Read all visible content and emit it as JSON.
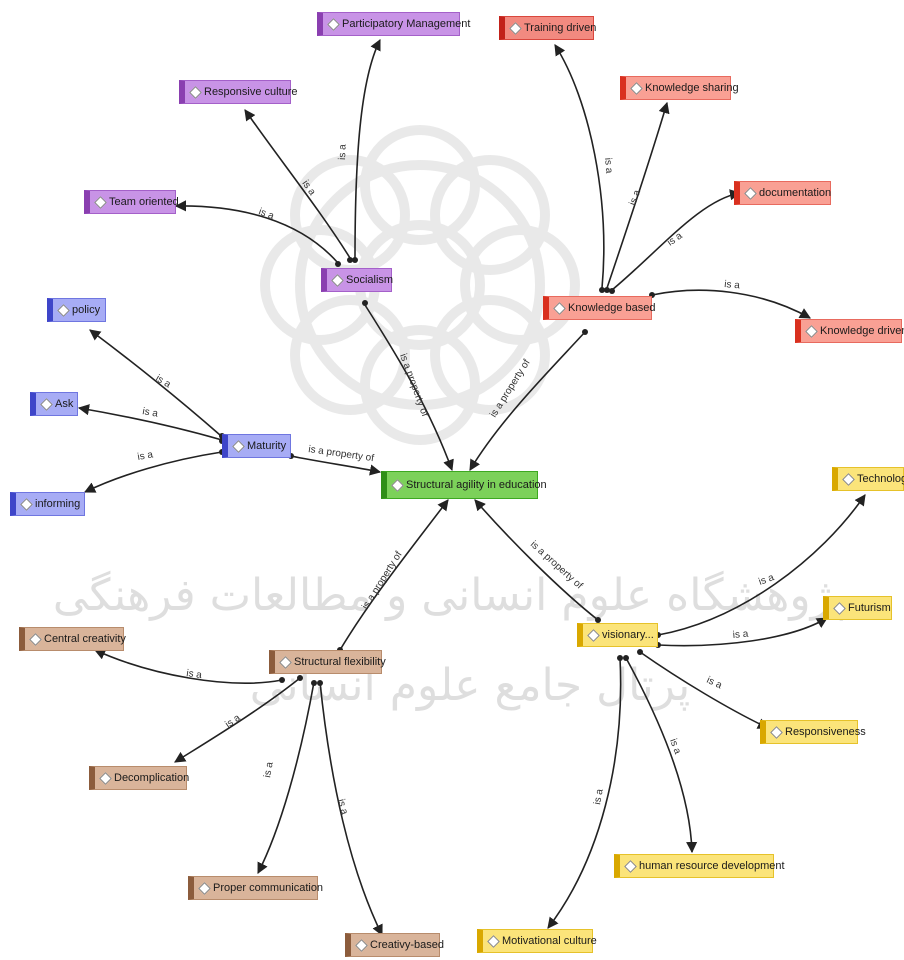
{
  "nodes": {
    "participatory": "Participatory Management",
    "responsive_culture": "Responsive culture",
    "team_oriented": "Team oriented",
    "socialism": "Socialism",
    "training_driven": "Training driven",
    "knowledge_sharing": "Knowledge sharing",
    "documentation": "documentation",
    "knowledge_based": "Knowledge based",
    "knowledge_driven": "Knowledge driven",
    "policy": "policy",
    "ask": "Ask",
    "maturity": "Maturity",
    "informing": "informing",
    "center": "Structural agility in education",
    "technology": "Technology",
    "futurism": "Futurism",
    "visionary": "visionary...",
    "responsiveness": "Responsiveness",
    "hrd": "human resource development",
    "motivational": "Motivational culture",
    "central_creativity": "Central creativity",
    "structural_flexibility": "Structural flexibility",
    "decomplication": "Decomplication",
    "proper_communication": "Proper communication",
    "creativity_based": "Creativy-based"
  },
  "edges": {
    "is_a": "is a",
    "is_property_of": "is a property of"
  },
  "watermark": {
    "line1": "پژوهشگاه علوم انسانی و مطالعات فرهنگی",
    "line2": "پرتال جامع علوم انسانی"
  }
}
